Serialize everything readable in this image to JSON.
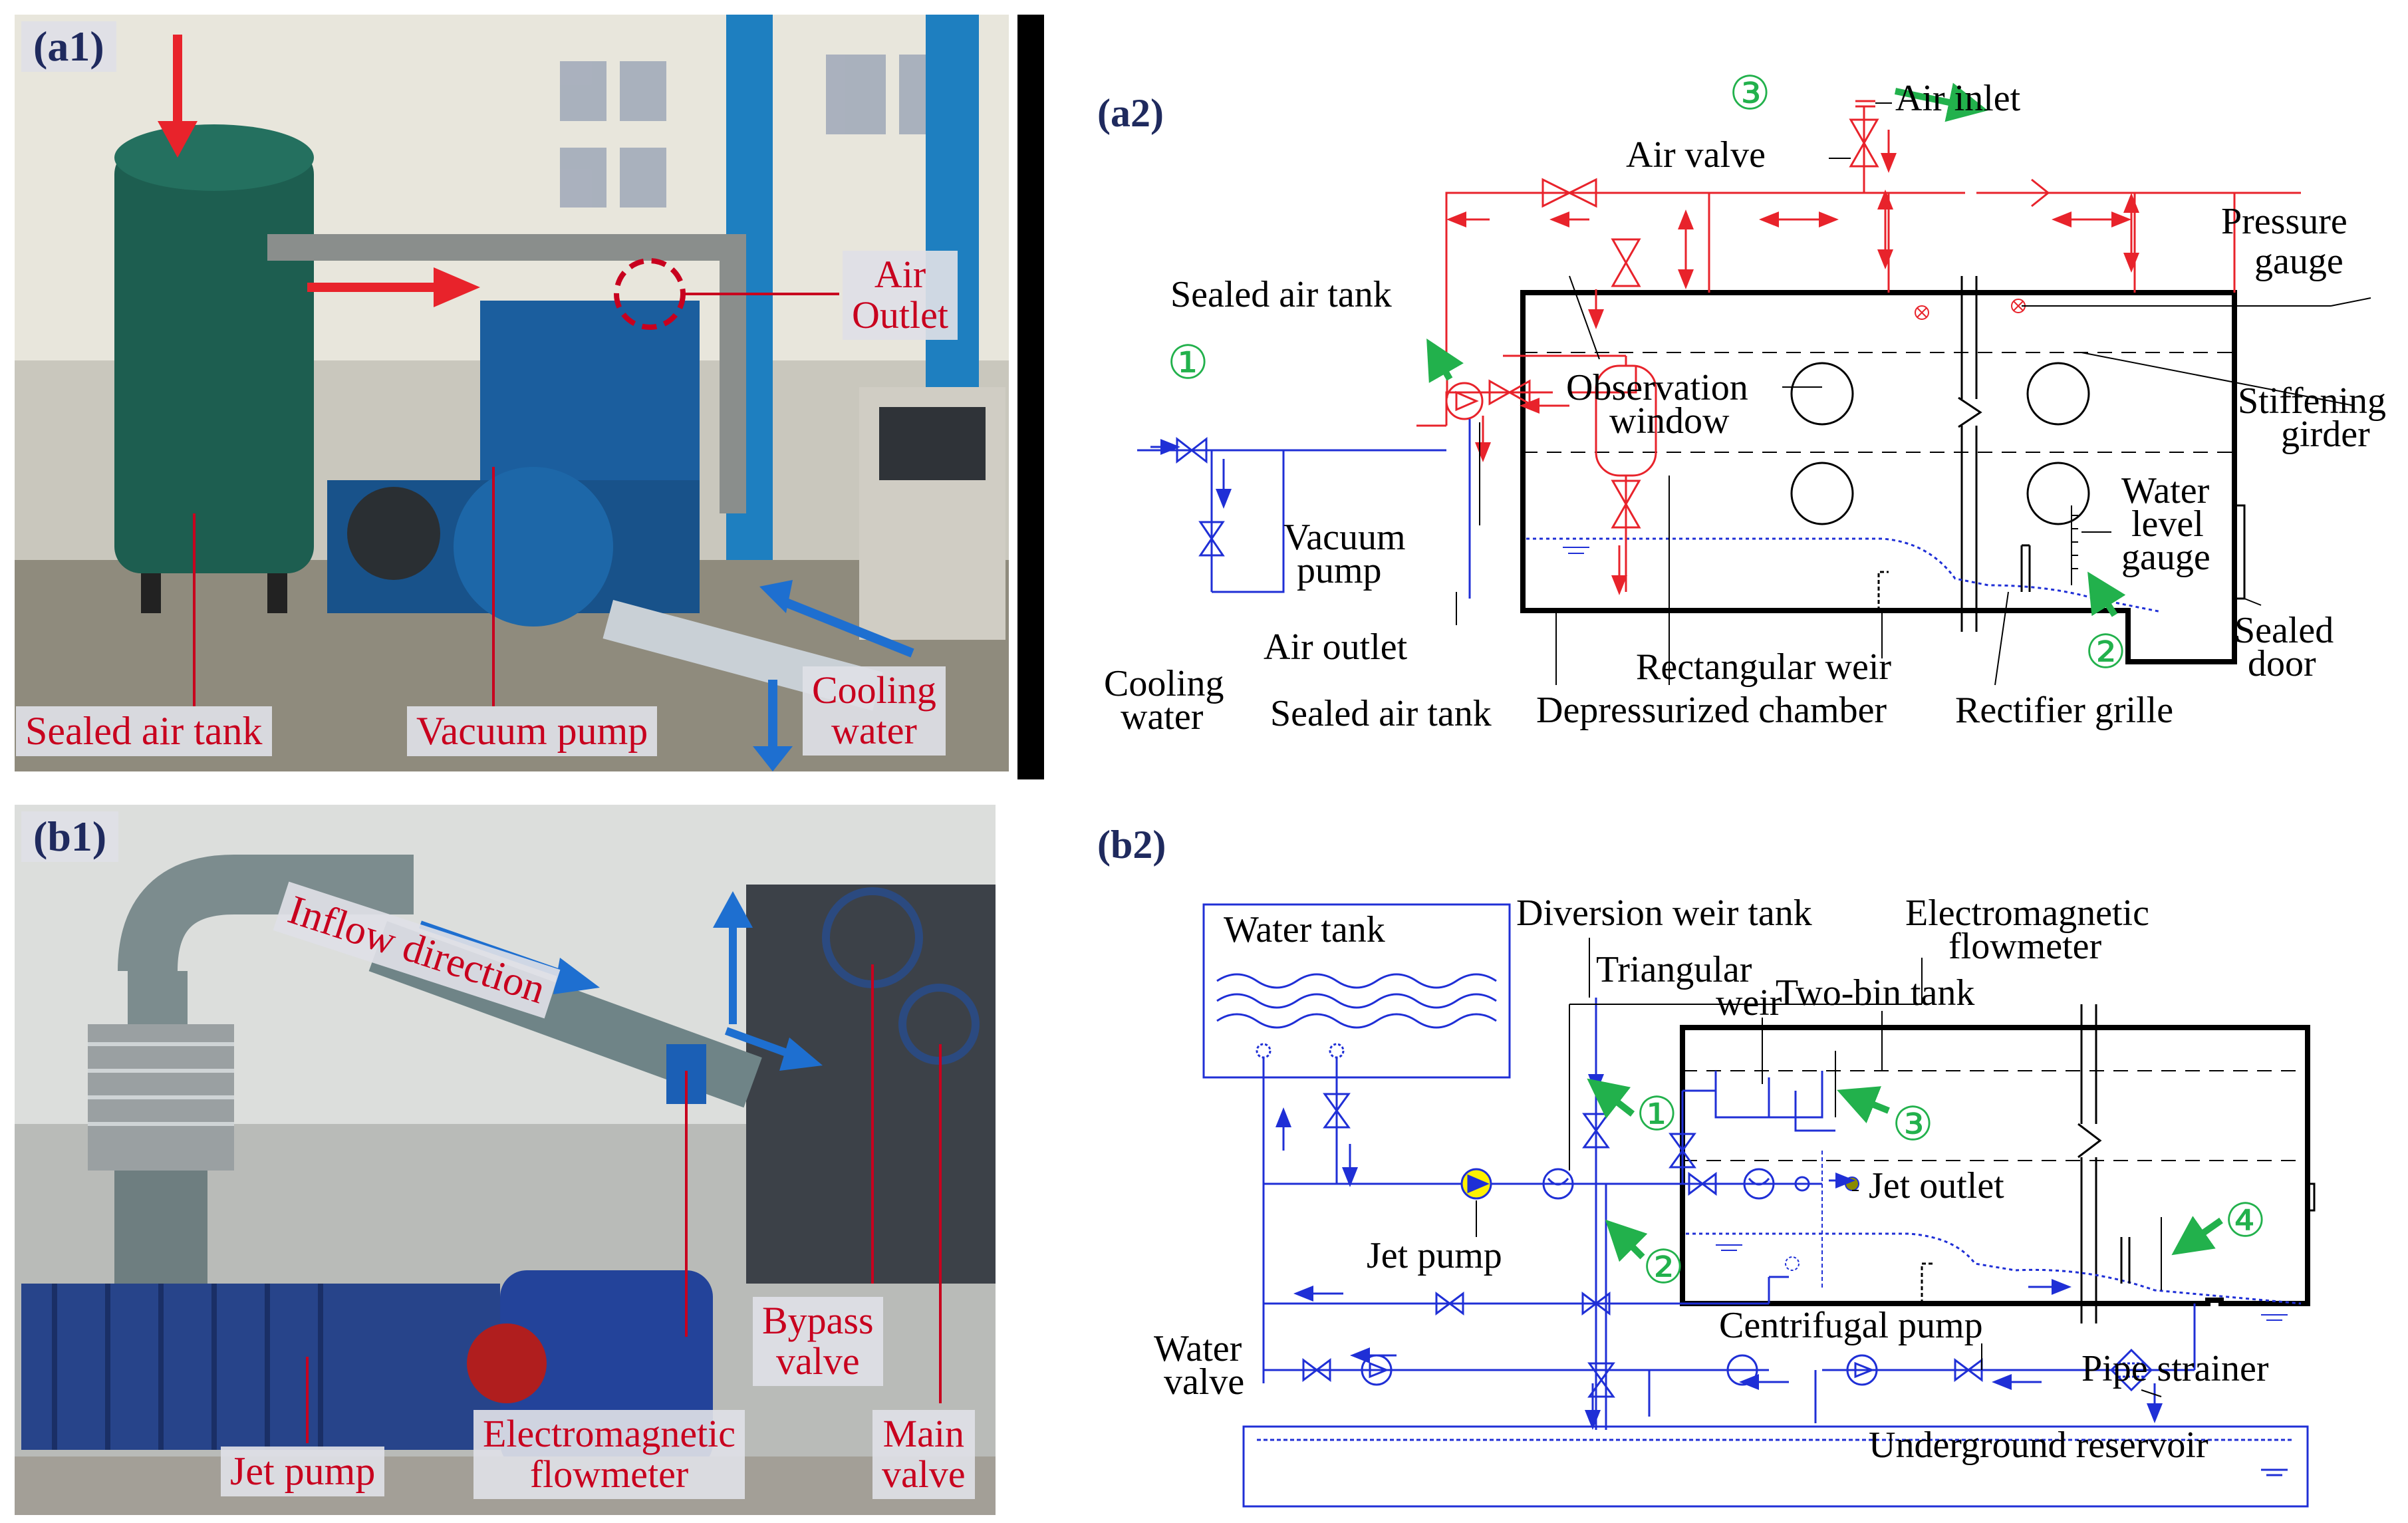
{
  "a1": {
    "tag": "(a1)",
    "labels": {
      "air_outlet": "Air\nOutlet",
      "sealed_air_tank": "Sealed air tank",
      "vacuum_pump": "Vacuum pump",
      "cooling_water": "Cooling\nwater"
    }
  },
  "b1": {
    "tag": "(b1)",
    "labels": {
      "inflow_direction": "Inflow direction",
      "bypass_valve": "Bypass\nvalve",
      "electromagnetic_flowmeter": "Electromagnetic\nflowmeter",
      "main_valve": "Main\nvalve",
      "jet_pump": "Jet pump"
    }
  },
  "a2": {
    "tag": "(a2)",
    "markers": [
      "①",
      "②",
      "③"
    ],
    "labels": {
      "air_inlet": "Air inlet",
      "air_valve": "Air valve",
      "pressure_gauge_1": "Pressure",
      "pressure_gauge_2": "gauge",
      "sealed_air_tank_top": "Sealed air tank",
      "observation_window_1": "Observation",
      "observation_window_2": "window",
      "stiffening_girder_1": "Stiffening",
      "stiffening_girder_2": "girder",
      "water_level_gauge_1": "Water",
      "water_level_gauge_2": "level",
      "water_level_gauge_3": "gauge",
      "vacuum_pump_1": "Vacuum",
      "vacuum_pump_2": "pump",
      "air_outlet": "Air outlet",
      "rectangular_weir": "Rectangular weir",
      "sealed_door_1": "Sealed",
      "sealed_door_2": "door",
      "cooling_water_1": "Cooling",
      "cooling_water_2": "water",
      "sealed_air_tank_bottom": "Sealed air tank",
      "depressurized_chamber": "Depressurized chamber",
      "rectifier_grille": "Rectifier grille"
    }
  },
  "b2": {
    "tag": "(b2)",
    "markers": [
      "①",
      "②",
      "③",
      "④"
    ],
    "labels": {
      "water_tank": "Water tank",
      "diversion_weir_tank": "Diversion weir tank",
      "electromagnetic_flowmeter_1": "Electromagnetic",
      "electromagnetic_flowmeter_2": "flowmeter",
      "triangular_weir_1": "Triangular",
      "triangular_weir_2": "weir",
      "two_bin_tank": "Two-bin tank",
      "jet_outlet": "Jet outlet",
      "jet_pump": "Jet pump",
      "centrifugal_pump": "Centrifugal pump",
      "water_valve_1": "Water",
      "water_valve_2": "valve",
      "pipe_strainer": "Pipe strainer",
      "underground_reservoir": "Underground reservoir"
    }
  },
  "colors": {
    "air_line": "#e8232b",
    "water_line": "#1f2fd6",
    "marker_green": "#22b14c",
    "label_red": "#c8001e",
    "tag_navy": "#1f2a5e"
  }
}
